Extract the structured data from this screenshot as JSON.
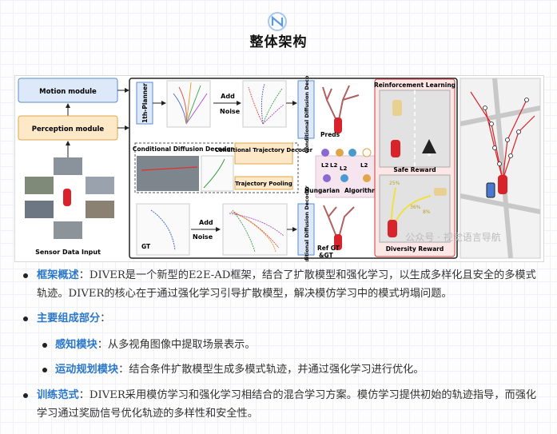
{
  "header": {
    "title": "整体架构",
    "logo_icon": "network-logo-icon"
  },
  "figure": {
    "motion_module": "Motion module",
    "perception_module": "Perception module",
    "sensor_data_input": "Sensor Data Input",
    "planner": "1th-Planner",
    "add_noise_1a": "Add",
    "add_noise_1b": "Noise",
    "cdd_vertical": "Conditional Diffusion Decoder",
    "cdd_title": "Conditional Diffusion Decoder",
    "ctd": "Conditional Trajectory Decoder",
    "traj_pool": "Trajectory Pooling",
    "gt": "GT",
    "add_noise_2a": "Add",
    "add_noise_2b": "Noise",
    "preds": "Preds",
    "l2_a": "L2",
    "l2_b": "L2",
    "l2_c": "L2",
    "l2_d": "L2",
    "hungarian": "Hungarian",
    "algorithm": "Algorithm",
    "ref_gt": "Ref GT",
    "amp_gt": "&GT",
    "rl_title": "Reinforcement Learning",
    "safe_reward": "Safe Reward",
    "diversity_reward": "Diversity Reward",
    "pct_25": "25%",
    "pct_36": "36%",
    "pct_8": "8%",
    "watermark": "公众号 · 视觉语言导航"
  },
  "bullets": [
    {
      "head": "框架概述",
      "text": "：DIVER是一个新型的E2E-AD框架，结合了扩散模型和强化学习，以生成多样化且安全的多模式轨迹。DIVER的核心在于通过强化学习引导扩散模型，解决模仿学习中的模式坍塌问题。"
    },
    {
      "head": "主要组成部分",
      "text": "："
    },
    {
      "head": "感知模块",
      "text": "：从多视角图像中提取场景表示。"
    },
    {
      "head": "运动规划模块",
      "text": "：结合条件扩散模型生成多模式轨迹，并通过强化学习进行优化。"
    },
    {
      "head": "训练范式",
      "text": "：DIVER采用模仿学习和强化学习相结合的混合学习方案。模仿学习提供初始的轨迹指导，而强化学习通过奖励信号优化轨迹的多样性和安全性。"
    }
  ]
}
